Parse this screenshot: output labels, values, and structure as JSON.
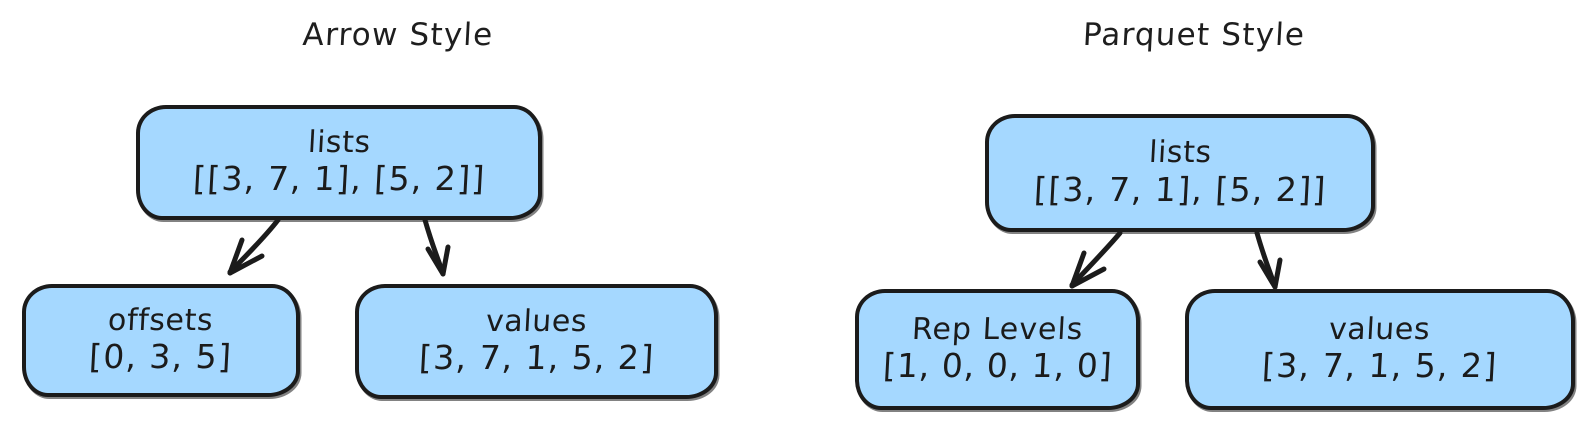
{
  "diagram": {
    "background_color": "#ffffff",
    "node_fill_color": "#a5d8ff",
    "stroke_color": "#1b1b1b",
    "panels": [
      {
        "id": "arrow",
        "title": "Arrow Style",
        "root": {
          "label": "lists",
          "values": "[[3, 7, 1], [5, 2]]"
        },
        "children": [
          {
            "label": "offsets",
            "values": "[0, 3, 5]"
          },
          {
            "label": "values",
            "values": "[3, 7, 1, 5, 2]"
          }
        ]
      },
      {
        "id": "parquet",
        "title": "Parquet Style",
        "root": {
          "label": "lists",
          "values": "[[3, 7, 1], [5, 2]]"
        },
        "children": [
          {
            "label": "Rep Levels",
            "values": "[1, 0, 0, 1, 0]"
          },
          {
            "label": "values",
            "values": "[3, 7, 1, 5, 2]"
          }
        ]
      }
    ]
  }
}
